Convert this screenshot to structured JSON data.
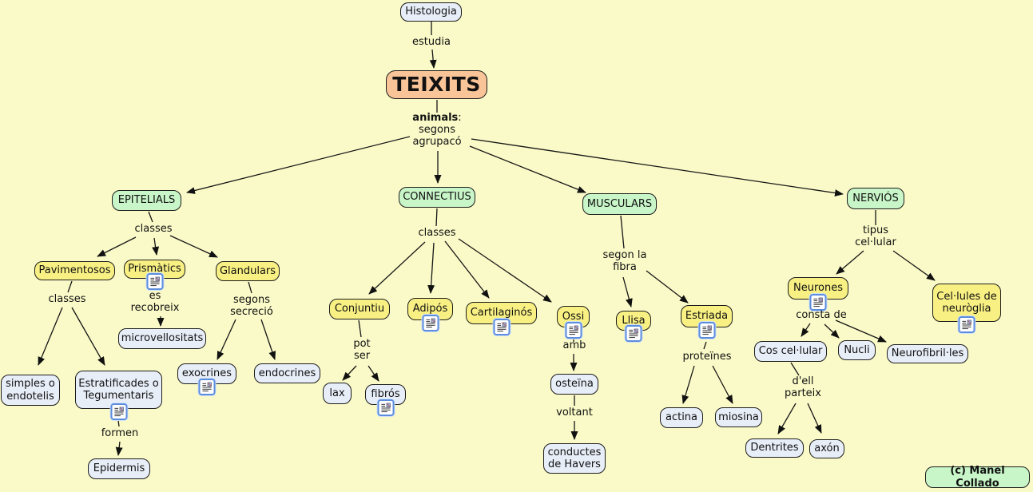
{
  "map": {
    "nodes": {
      "histologia": "Histologia",
      "teixits": "TEIXITS",
      "epitelials": "EPITELIALS",
      "connectius": "CONNECTIUS",
      "musculars": "MUSCULARS",
      "nervios": "NERVIÓS",
      "pavimentosos": "Pavimentosos",
      "prismatics": "Prismàtics",
      "glandulars": "Glandulars",
      "microvellositats": "microvellositats",
      "simples": "simples o\nendotelis",
      "estratificades": "Estratificades o\nTegumentaris",
      "exocrines": "exocrines",
      "endocrines": "endocrines",
      "epidermis": "Epidermis",
      "conjuntiu": "Conjuntiu",
      "adipos": "Adipós",
      "cartilaginos": "Cartilaginós",
      "ossi": "Ossi",
      "lax": "lax",
      "fibros": "fibrós",
      "osteina": "osteïna",
      "conductes": "conductes\nde Havers",
      "llisa": "Llisa",
      "estriada": "Estriada",
      "actina": "actina",
      "miosina": "miosina",
      "neurones": "Neurones",
      "cellules": "Cel·lules de\nneuròglia",
      "cos_cellular": "Cos cel·lular",
      "nucli": "Nucli",
      "neurofibrilles": "Neurofibril·les",
      "dentrites": "Dentrites",
      "axon": "axón",
      "credit": "(c) Manel Collado"
    },
    "links": {
      "estudia": "estudia",
      "animals_bold": "animals",
      "animals_rest": ":\nsegons\nagrupacó",
      "classes_epitelials": "classes",
      "classes_pavimentosos": "classes",
      "es_recobreix": "es\nrecobreix",
      "segons_secrecio": "segons\nsecreció",
      "formen": "formen",
      "classes_connectius": "classes",
      "pot_ser": "pot\nser",
      "amb": "amb",
      "voltant": "voltant",
      "segon_la_fibra": "segon la\nfibra",
      "proteines": "proteïnes",
      "tipus_cellular": "tipus\ncel·lular",
      "consta_de": "consta de",
      "dell_parteix": "d'ell\nparteix"
    }
  },
  "icons": {
    "resource_icon": "document-resource-icon"
  },
  "colors": {
    "background": "#fafac8",
    "node_green": "#c8f6c8",
    "node_yellow": "#f8f083",
    "node_blue": "#e8eef8",
    "node_salmon": "#f9c498",
    "icon_blue": "#5c8ddd"
  }
}
